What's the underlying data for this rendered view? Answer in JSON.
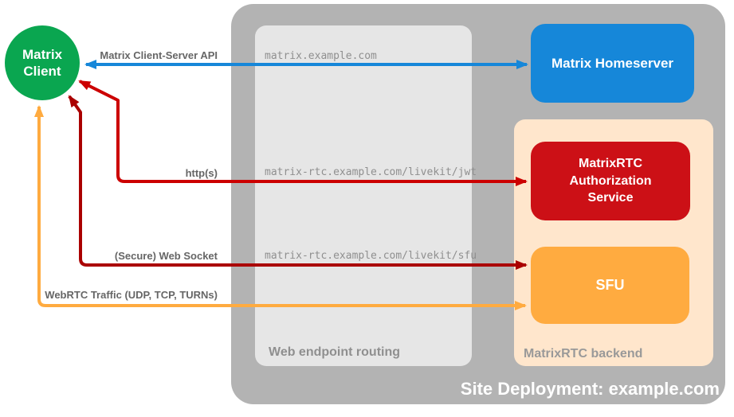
{
  "site": {
    "label": "Site Deployment: example.com"
  },
  "routing": {
    "label": "Web endpoint routing"
  },
  "backend": {
    "label": "MatrixRTC backend"
  },
  "nodes": {
    "client": {
      "label": "Matrix Client",
      "color": "#0aa650"
    },
    "homeserver": {
      "label": "Matrix Homeserver",
      "color": "#1687d9"
    },
    "auth": {
      "label": "MatrixRTC Authorization Service",
      "color": "#cc1016"
    },
    "sfu": {
      "label": "SFU",
      "color": "#ffab40"
    }
  },
  "connections": [
    {
      "protocol": "Matrix Client-Server API",
      "endpoint": "matrix.example.com",
      "color": "#1687d9",
      "from": "Matrix Client",
      "to": "Matrix Homeserver"
    },
    {
      "protocol": "http(s)",
      "endpoint": "matrix-rtc.example.com/livekit/jwt",
      "color": "#cc0000",
      "from": "Matrix Client",
      "to": "MatrixRTC Authorization Service"
    },
    {
      "protocol": "(Secure) Web Socket",
      "endpoint": "matrix-rtc.example.com/livekit/sfu",
      "color": "#aa0000",
      "from": "Matrix Client",
      "to": "SFU"
    },
    {
      "protocol": "WebRTC Traffic (UDP, TCP, TURNs)",
      "endpoint": "",
      "color": "#ffab40",
      "from": "Matrix Client",
      "to": "SFU"
    }
  ]
}
